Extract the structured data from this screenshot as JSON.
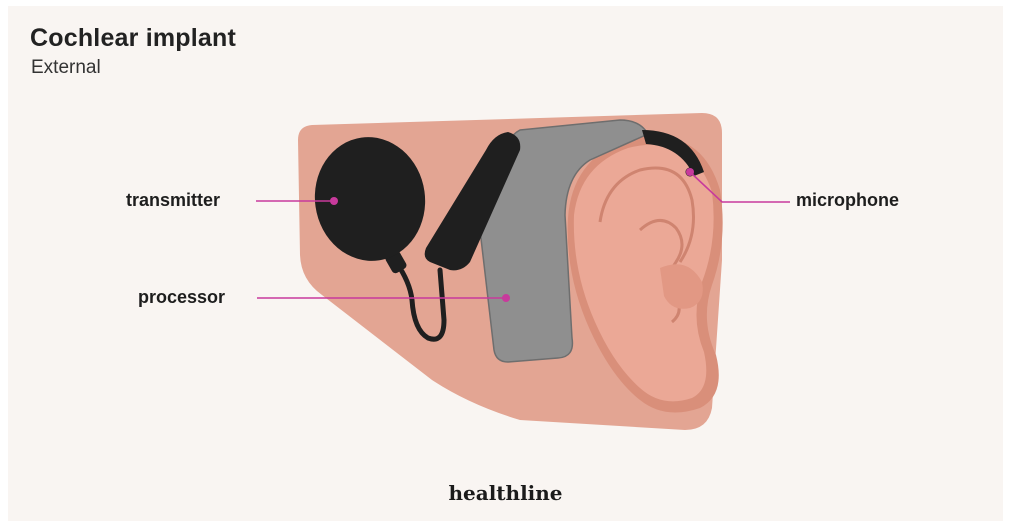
{
  "header": {
    "title": "Cochlear implant",
    "subtitle": "External"
  },
  "labels": {
    "transmitter": "transmitter",
    "processor": "processor",
    "microphone": "microphone"
  },
  "brand": "healthline",
  "colors": {
    "background": "#f9f5f2",
    "skin": "#e3a593",
    "ear": "#edab96",
    "device": "#8f8f8f",
    "black": "#1f1f1f",
    "leader": "#c83a9c"
  }
}
